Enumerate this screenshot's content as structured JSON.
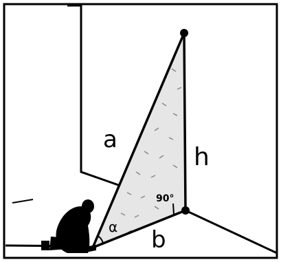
{
  "labels": {
    "hypotenuse": "a",
    "height": "h",
    "base": "b",
    "angle": "α",
    "right_angle": "90°"
  },
  "colors": {
    "ink": "#000000",
    "shading": "#888888",
    "background": "#ffffff"
  }
}
